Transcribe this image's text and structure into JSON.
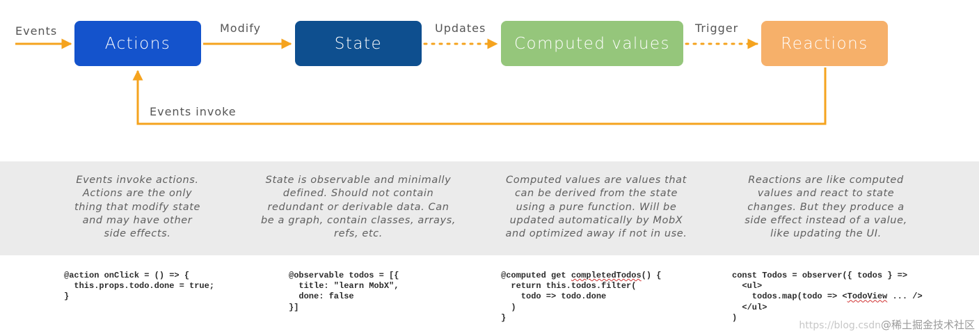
{
  "flow": {
    "nodes": {
      "actions": "Actions",
      "state": "State",
      "computed": "Computed values",
      "reactions": "Reactions"
    },
    "edges": {
      "events": "Events",
      "modify": "Modify",
      "updates": "Updates",
      "trigger": "Trigger",
      "events_invoke": "Events invoke"
    },
    "colors": {
      "actions": "#1453cc",
      "state": "#0e4f8f",
      "computed": "#95c67b",
      "reactions": "#f6b06a",
      "arrow": "#f5a31e"
    }
  },
  "descriptions": {
    "actions": "Events invoke actions.\nActions are the only\nthing that modify state\nand may have other\nside effects.",
    "state": "State is observable and minimally\ndefined. Should not contain\nredundant or derivable data. Can\nbe a graph, contain classes, arrays,\nrefs, etc.",
    "computed": "Computed values are values that\ncan be derived from the state\nusing a pure function. Will be\nupdated automatically by MobX\nand optimized away if not in use.",
    "reactions": "Reactions are like computed\nvalues and react to state\nchanges. But they produce a\nside effect instead of a value,\nlike updating the UI."
  },
  "code": {
    "actions": {
      "l1": "@action onClick = () => {",
      "l2": "  this.props.todo.done = true;",
      "l3": "}"
    },
    "state": {
      "l1": "@observable todos = [{",
      "l2": "  title: \"learn MobX\",",
      "l3": "  done: false",
      "l4": "}]"
    },
    "computed": {
      "l1a": "@computed get ",
      "l1b": "completedTodos",
      "l1c": "() {",
      "l2": "  return this.todos.filter(",
      "l3": "    todo => todo.done",
      "l4": "  )",
      "l5": "}"
    },
    "reactions": {
      "l1": "const Todos = observer({ todos } =>",
      "l2": "  <ul>",
      "l3a": "    todos.map(todo => <",
      "l3b": "TodoView",
      "l3c": " ... />",
      "l4": "  </ul>",
      "l5": ")"
    }
  },
  "watermark": {
    "url": "https://blog.csdn",
    "brand": "@稀土掘金技术社区"
  }
}
